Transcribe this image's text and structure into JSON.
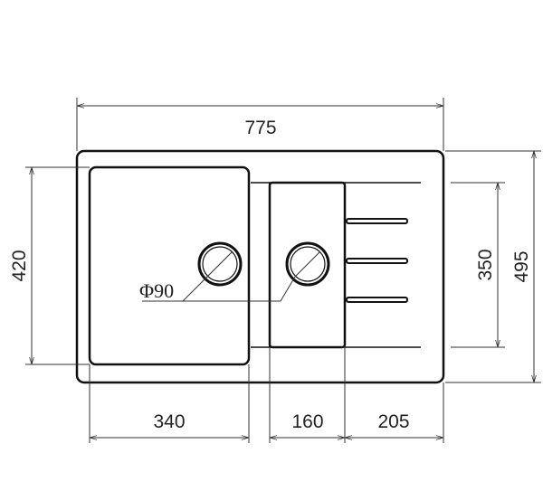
{
  "drawing": {
    "dimensions": {
      "overall_width": "775",
      "overall_depth": "495",
      "main_bowl_depth": "420",
      "small_bowl_depth": "350",
      "main_bowl_width": "340",
      "small_bowl_width": "160",
      "drainboard_width": "205"
    },
    "drain_label": "Φ90"
  }
}
